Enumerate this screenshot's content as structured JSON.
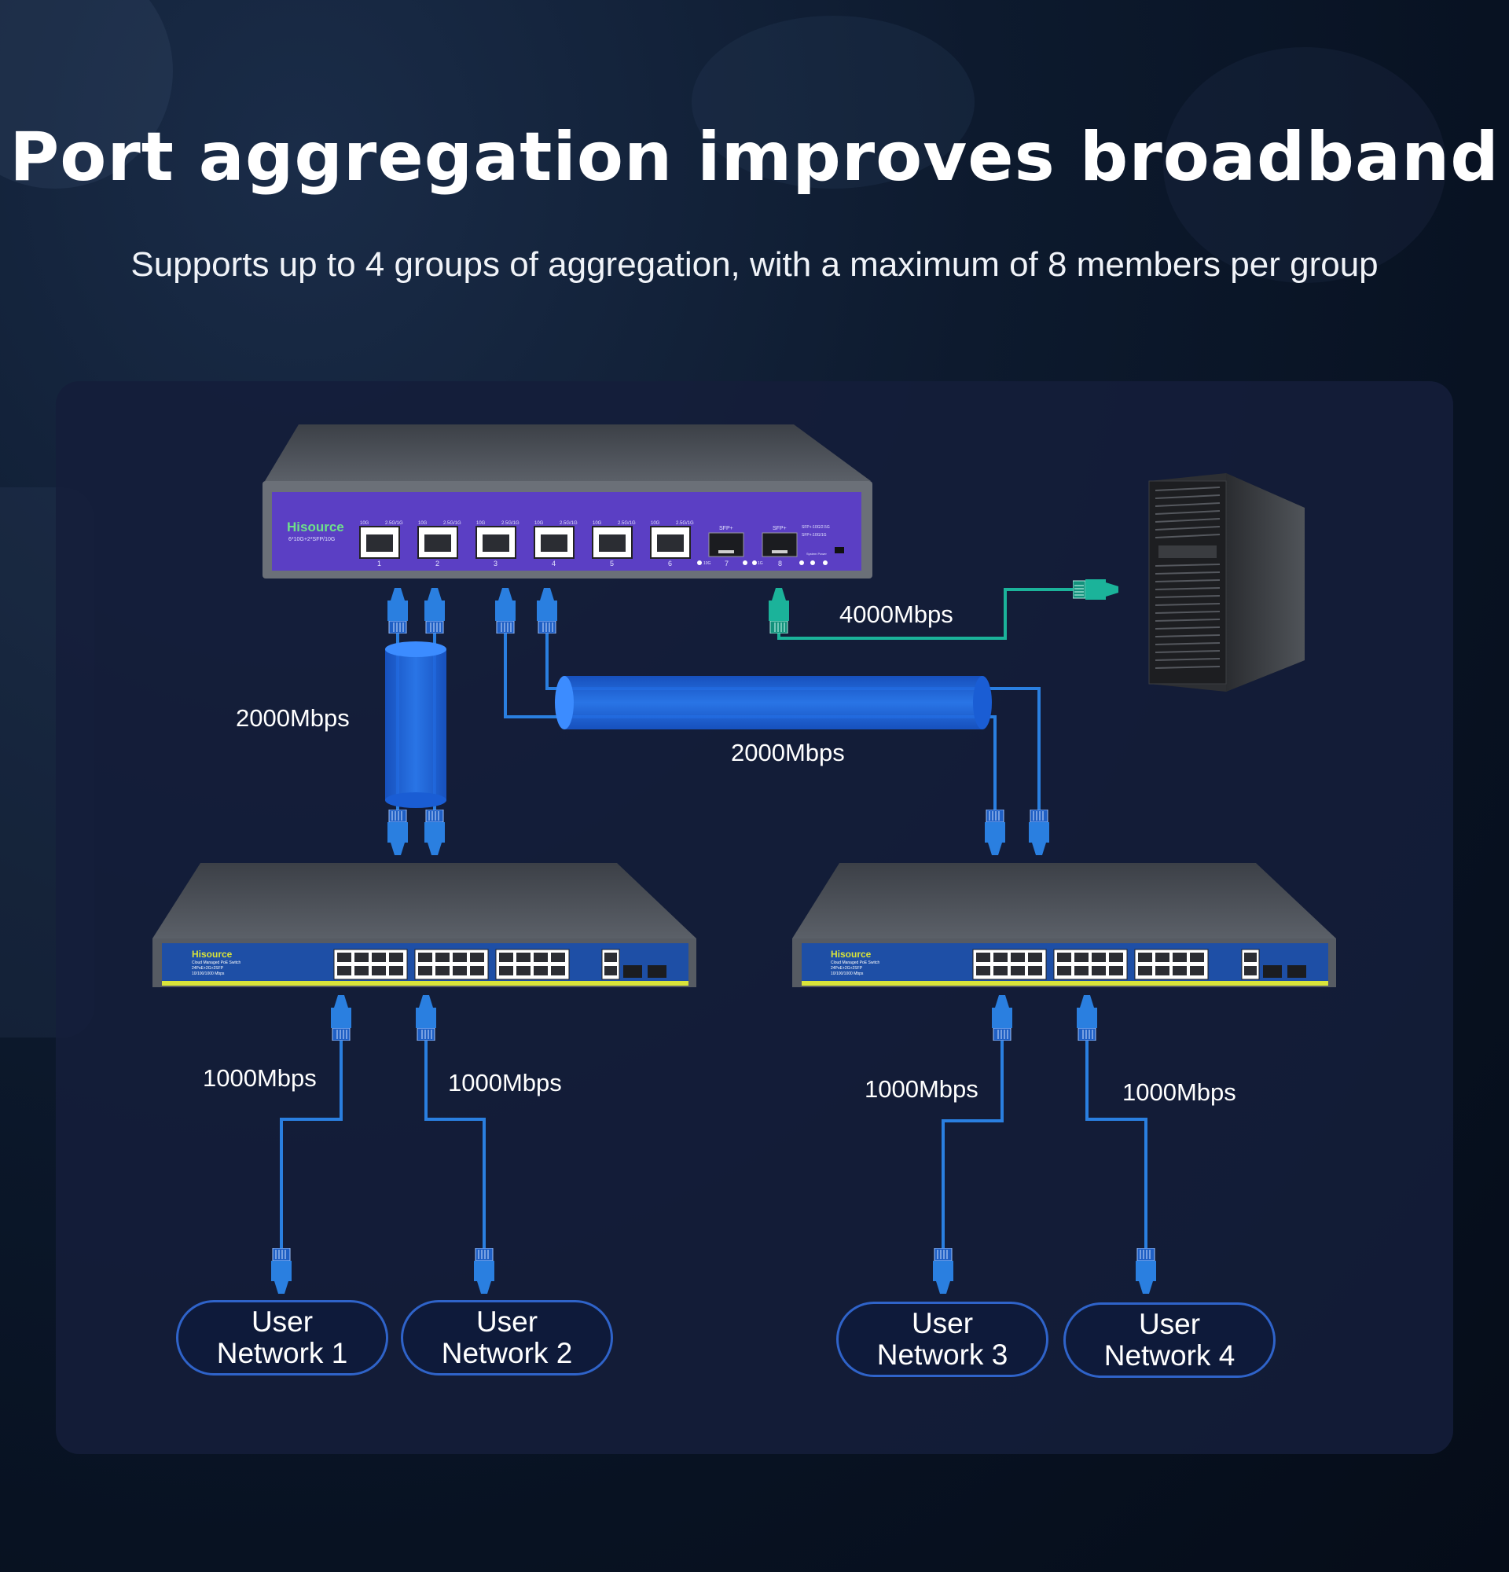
{
  "page": {
    "title": "Port aggregation improves broadband",
    "subtitle": "Supports up to 4 groups of aggregation, with a maximum of 8 members per group"
  },
  "core_switch": {
    "brand": "Hisource",
    "model": "6*10G+2*SFP/10G",
    "port_numbers": [
      "1",
      "2",
      "3",
      "4",
      "5",
      "6",
      "7",
      "8"
    ],
    "sfp_label": "SFP+",
    "sfp_note_1": "SFP+:10G/2.5G",
    "sfp_note_2": "SFP+:10G/1G",
    "status_label": "System  Power",
    "led_label_10g": "10G",
    "led_label_1g": "1G",
    "port_speed_a": "10G",
    "port_speed_b": "2.5G/1G"
  },
  "access_switch": {
    "brand": "Hisource",
    "line1": "Cloud Managed PoE Switch",
    "line2": "24PoE+2G+2SFP",
    "line3": "10/100/1000 Mbps"
  },
  "links": {
    "left_aggregation": "2000Mbps",
    "right_aggregation": "2000Mbps",
    "server_link": "4000Mbps",
    "user1": "1000Mbps",
    "user2": "1000Mbps",
    "user3": "1000Mbps",
    "user4": "1000Mbps"
  },
  "users": [
    {
      "line1": "User",
      "line2": "Network 1"
    },
    {
      "line1": "User",
      "line2": "Network 2"
    },
    {
      "line1": "User",
      "line2": "Network 3"
    },
    {
      "line1": "User",
      "line2": "Network 4"
    }
  ],
  "colors": {
    "core_face": "#5b3fc4",
    "access_face": "#1e4fa6",
    "cable_blue": "#2a7fe0",
    "cable_teal": "#1bb39a",
    "tube": "#1d6ff0"
  }
}
